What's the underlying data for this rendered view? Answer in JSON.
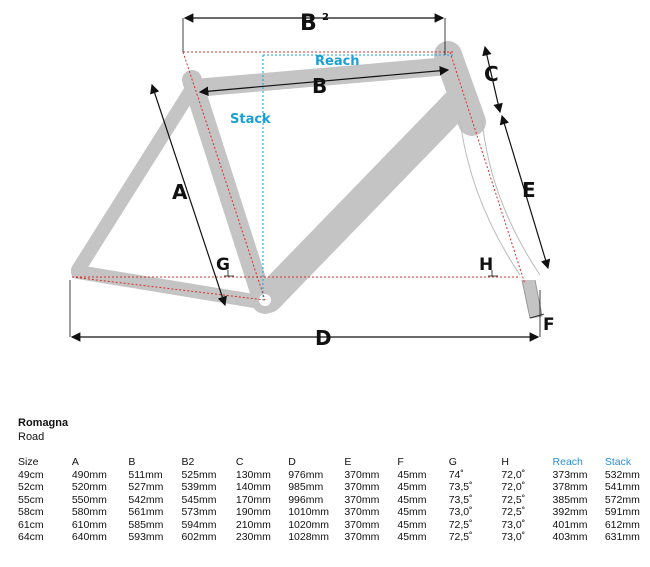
{
  "diagram": {
    "labels": {
      "b2": "B",
      "b2_sup": "2",
      "reach": "Reach",
      "stack": "Stack",
      "b": "B",
      "a": "A",
      "c": "C",
      "e": "E",
      "g": "G",
      "h": "H",
      "d": "D",
      "f": "F"
    }
  },
  "model": {
    "name": "Romagna",
    "category": "Road"
  },
  "table": {
    "headers": [
      "Size",
      "A",
      "B",
      "B2",
      "C",
      "D",
      "E",
      "F",
      "G",
      "H",
      "Reach",
      "Stack"
    ],
    "rows": [
      [
        "49cm",
        "490mm",
        "511mm",
        "525mm",
        "130mm",
        "976mm",
        "370mm",
        "45mm",
        "74˚",
        "72,0˚",
        "373mm",
        "532mm"
      ],
      [
        "52cm",
        "520mm",
        "527mm",
        "539mm",
        "140mm",
        "985mm",
        "370mm",
        "45mm",
        "73,5˚",
        "72,0˚",
        "378mm",
        "541mm"
      ],
      [
        "55cm",
        "550mm",
        "542mm",
        "545mm",
        "170mm",
        "996mm",
        "370mm",
        "45mm",
        "73,5˚",
        "72,5˚",
        "385mm",
        "572mm"
      ],
      [
        "58cm",
        "580mm",
        "561mm",
        "573mm",
        "190mm",
        "1010mm",
        "370mm",
        "45mm",
        "73,0˚",
        "72,5˚",
        "392mm",
        "591mm"
      ],
      [
        "61cm",
        "610mm",
        "585mm",
        "594mm",
        "210mm",
        "1020mm",
        "370mm",
        "45mm",
        "72,5˚",
        "73,0˚",
        "401mm",
        "612mm"
      ],
      [
        "64cm",
        "640mm",
        "593mm",
        "602mm",
        "230mm",
        "1028mm",
        "370mm",
        "45mm",
        "72,5˚",
        "73,0˚",
        "403mm",
        "631mm"
      ]
    ]
  },
  "colors": {
    "frame": "#c4c4c4",
    "dim_red": "#d9302a",
    "dim_blue": "#1a9fd6"
  }
}
